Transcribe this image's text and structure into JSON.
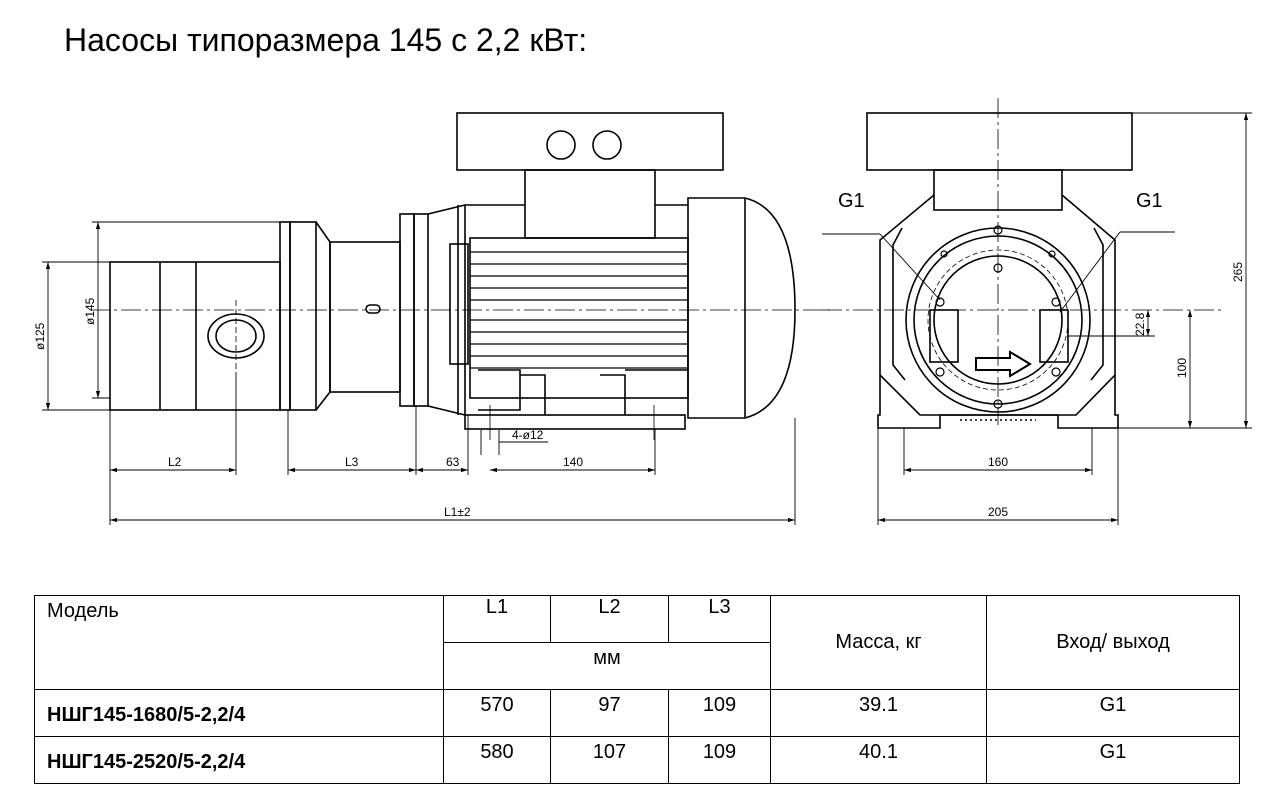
{
  "title": "Насосы типоразмера 145 с 2,2 кВт:",
  "drawing": {
    "dims": {
      "d125": "ø125",
      "d145": "ø145",
      "L2": "L2",
      "L3": "L3",
      "d63": "63",
      "d140": "140",
      "holes": "4-ø12",
      "L1": "L1±2",
      "d160": "160",
      "d205": "205",
      "d265": "265",
      "d100": "100",
      "d22_8": "22.8"
    },
    "ports": {
      "left": "G1",
      "right": "G1"
    }
  },
  "table": {
    "headers": {
      "model": "Модель",
      "L1": "L1",
      "L2": "L2",
      "L3": "L3",
      "unit": "мм",
      "mass": "Масса, кг",
      "port": "Вход/ выход"
    },
    "rows": [
      {
        "model": "НШГ145-1680/5-2,2/4",
        "L1": "570",
        "L2": "97",
        "L3": "109",
        "mass": "39.1",
        "port": "G1"
      },
      {
        "model": "НШГ145-2520/5-2,2/4",
        "L1": "580",
        "L2": "107",
        "L3": "109",
        "mass": "40.1",
        "port": "G1"
      }
    ]
  }
}
